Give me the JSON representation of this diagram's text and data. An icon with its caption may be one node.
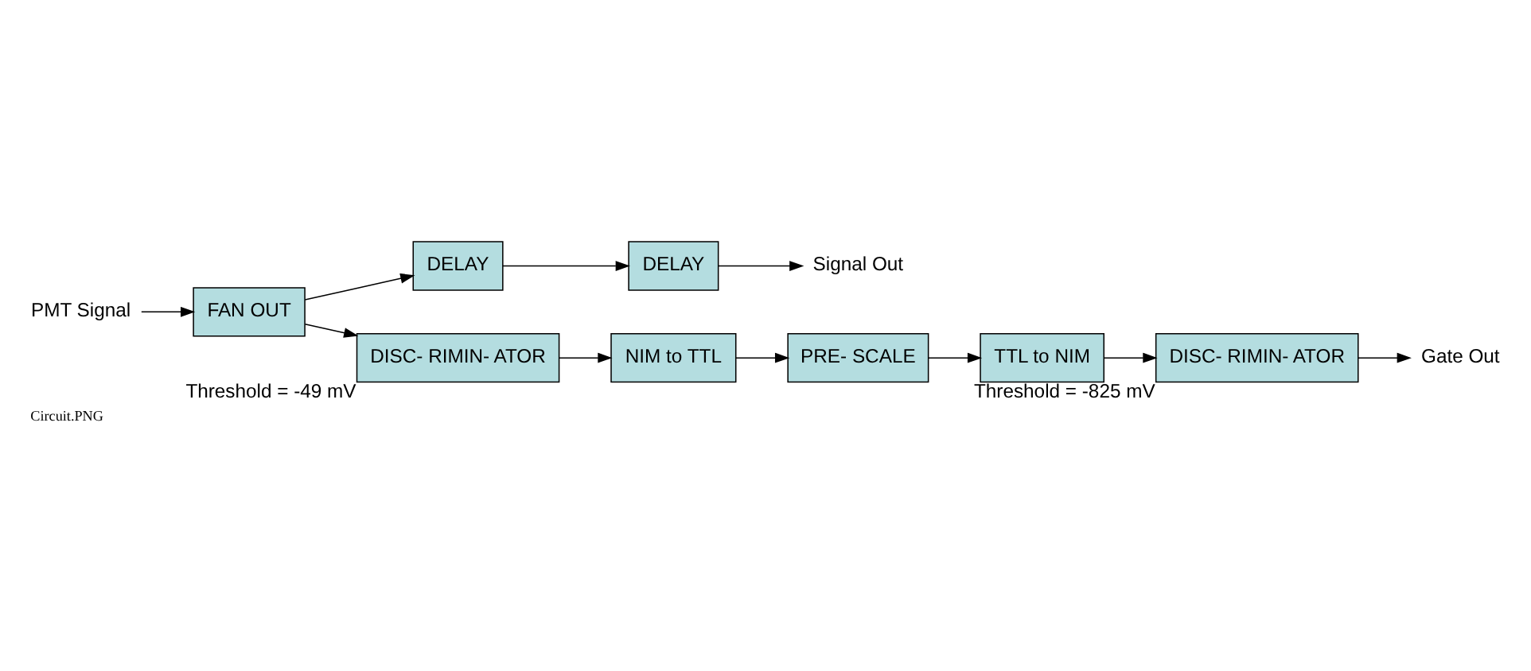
{
  "diagram": {
    "caption": "Circuit.PNG",
    "nodes": [
      {
        "text": [
          "PMT Signal"
        ]
      },
      {
        "text": [
          "FAN OUT"
        ]
      },
      {
        "text": [
          "DELAY"
        ]
      },
      {
        "text": [
          "DELAY"
        ]
      },
      {
        "text": [
          "Signal Out"
        ]
      },
      {
        "text": [
          "DISC- RIMIN- ATOR"
        ],
        "beside": [
          "Threshold = -49 mV"
        ]
      },
      {
        "text": [
          "NIM to TTL"
        ]
      },
      {
        "text": [
          "PRE- SCALE"
        ]
      },
      {
        "text": [
          "TTL to NIM"
        ]
      },
      {
        "text": [
          "DISC- RIMIN- ATOR"
        ],
        "beside": [
          "Threshold = -825 mV"
        ]
      },
      {
        "text": [
          "Gate Out"
        ]
      }
    ],
    "edges": [
      {
        "from": 0,
        "to": 1,
        "arrow": "to"
      },
      {
        "from": 1,
        "to": 2,
        "arrow": "to"
      },
      {
        "from": 2,
        "to": 3,
        "arrow": "to"
      },
      {
        "from": 3,
        "to": 4,
        "arrow": "to"
      },
      {
        "from": 1,
        "to": 5,
        "arrow": "to"
      },
      {
        "from": 5,
        "to": 6,
        "arrow": "to"
      },
      {
        "from": 6,
        "to": 7,
        "arrow": "to"
      },
      {
        "from": 7,
        "to": 8,
        "arrow": "to"
      },
      {
        "from": 8,
        "to": 9,
        "arrow": "to"
      },
      {
        "from": 9,
        "to": 10,
        "arrow": "to"
      }
    ]
  }
}
